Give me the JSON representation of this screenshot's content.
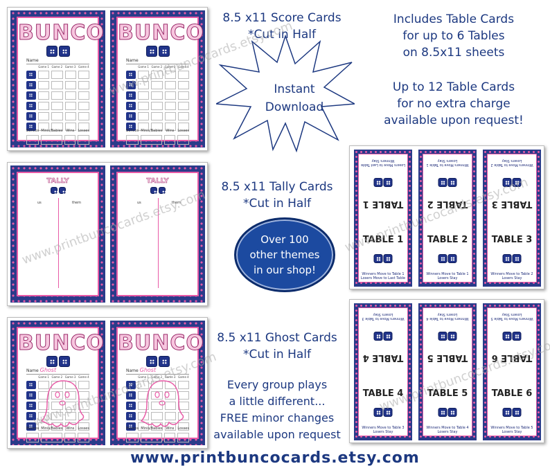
{
  "score_cards": {
    "title": "BUNCO",
    "name_label": "Name",
    "ghost_name": "Ghost",
    "game_headers": [
      "Game 1",
      "Game 2",
      "Game 3",
      "Game 4"
    ],
    "footer_labels": [
      "Buncos",
      "Minis/Babies",
      "Wins",
      "Losses"
    ]
  },
  "tally_cards": {
    "title": "TALLY",
    "us_label": "us",
    "them_label": "them"
  },
  "starburst": {
    "line1": "Instant",
    "line2": "Download"
  },
  "text_blocks": {
    "score_line1": "8.5 x11 Score Cards",
    "score_line2": "*Cut in Half",
    "table_line1": "Includes Table Cards",
    "table_line2": "for up to 6 Tables",
    "table_line3": "on 8.5x11 sheets",
    "extra_line1": "Up to 12 Table Cards",
    "extra_line2": "for no extra charge",
    "extra_line3": "available upon request!",
    "tally_line1": "8.5 x11 Tally Cards",
    "tally_line2": "*Cut in Half",
    "ghost_line1": "8.5 x11 Ghost Cards",
    "ghost_line2": "*Cut in Half",
    "group_line1": "Every group plays",
    "group_line2": "a little different...",
    "group_line3": "FREE minor changes",
    "group_line4": "available upon request"
  },
  "oval": {
    "line1": "Over 100",
    "line2": "other themes",
    "line3": "in our shop!"
  },
  "table_cards": [
    {
      "label": "TABLE 1",
      "note1": "Winners Move to Table 1",
      "note2": "Losers Move to Last Table",
      "top_note1": "Losers Move to Last Table",
      "top_note2": "Winners Stay"
    },
    {
      "label": "TABLE 2",
      "note1": "Winners Move to Table 1",
      "note2": "Losers Stay",
      "top_note1": "Winners Move to Table 1",
      "top_note2": "Losers Stay"
    },
    {
      "label": "TABLE 3",
      "note1": "Winners Move to Table 2",
      "note2": "Losers Stay",
      "top_note1": "Winners Move to Table 2",
      "top_note2": "Losers Stay"
    },
    {
      "label": "TABLE 4",
      "note1": "Winners Move to Table 3",
      "note2": "Losers Stay",
      "top_note1": "Winners Move to Table 3",
      "top_note2": "Losers Stay"
    },
    {
      "label": "TABLE 5",
      "note1": "Winners Move to Table 4",
      "note2": "Losers Stay",
      "top_note1": "Winners Move to Table 4",
      "top_note2": "Losers Stay"
    },
    {
      "label": "TABLE 6",
      "note1": "Winners Move to Table 5",
      "note2": "Losers Stay",
      "top_note1": "Winners Move to Table 5",
      "top_note2": "Losers Stay"
    }
  ],
  "watermark": "www.printbuncocards.etsy.com",
  "url": "www.printbuncocards.etsy.com",
  "colors": {
    "navy": "#2a3b8a",
    "pink": "#e85aa6",
    "text_blue": "#1c3880",
    "oval_blue": "#1c4aa0"
  }
}
